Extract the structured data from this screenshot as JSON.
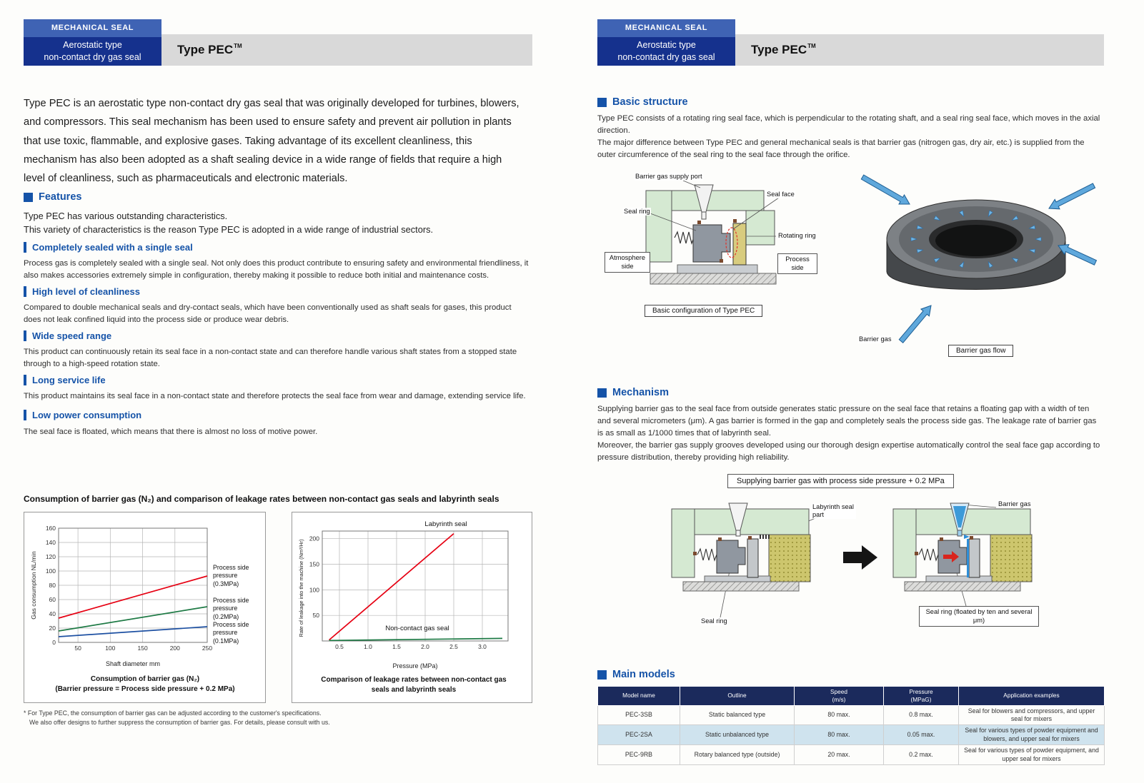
{
  "colors": {
    "tag_blue": "#3f63b4",
    "dark_blue": "#15318d",
    "title_bar_gray": "#d9d9d9",
    "section_blue": "#1553a8",
    "table_header_navy": "#1b2a5c",
    "table_alt_blue": "#cfe3ee",
    "line_red": "#e60012",
    "line_green": "#1e7a45",
    "line_blue": "#1d50a2",
    "diagram_green": "#d5e9d2",
    "barrier_arrow_blue": "#5fa8dc"
  },
  "header": {
    "tag": "MECHANICAL SEAL",
    "subtitle_line1": "Aerostatic type",
    "subtitle_line2": "non-contact dry gas seal",
    "product": "Type PEC",
    "product_tm": "TM"
  },
  "left": {
    "intro": "Type PEC is an aerostatic type non-contact dry gas seal that was originally developed for turbines, blowers, and compressors. This seal mechanism has been used to ensure safety and prevent air pollution in plants that use toxic, flammable, and explosive gases. Taking advantage of its excellent cleanliness, this mechanism has also been adopted as a shaft sealing device in a wide range of fields that require a high level of cleanliness, such as pharmaceuticals and electronic materials.",
    "features": {
      "heading": "Features",
      "lead1": "Type PEC has various outstanding characteristics.",
      "lead2": "This variety of characteristics is the reason Type PEC is adopted in a wide range of industrial sectors.",
      "items": [
        {
          "title": "Completely sealed with a single seal",
          "body": "Process gas is completely sealed with a single seal. Not only does this product contribute to ensuring safety and environmental friendliness, it also makes accessories extremely simple in configuration, thereby making it possible to reduce both initial and maintenance costs."
        },
        {
          "title": "High level of cleanliness",
          "body": "Compared to double mechanical seals and dry-contact seals, which have been conventionally used as shaft seals for gases, this product does not leak confined liquid into the process side or produce wear debris."
        },
        {
          "title": "Wide speed range",
          "body": "This product can continuously retain its seal face in a non-contact state and can therefore handle various shaft states from a stopped state through to a high-speed rotation state."
        },
        {
          "title": "Long service life",
          "body": "This product maintains its seal face in a non-contact state and therefore protects the seal face from wear and damage, extending service life."
        },
        {
          "title": "Low power consumption",
          "body": "The seal face is floated, which means that there is almost no loss of motive power."
        }
      ]
    },
    "charts_title": "Consumption of barrier gas (N₂) and comparison of leakage rates between non-contact gas seals and labyrinth seals",
    "footnote_line1": "* For Type PEC, the consumption of barrier gas can be adjusted according to the customer's specifications.",
    "footnote_line2": "We also offer designs to further suppress the consumption of barrier gas. For details, please consult with us."
  },
  "right": {
    "basic_structure": {
      "heading": "Basic structure",
      "body1": "Type PEC consists of a rotating ring seal face, which is perpendicular to the rotating shaft, and a seal ring seal face, which moves in the axial direction.",
      "body2": "The major difference between Type PEC and general mechanical seals is that barrier gas (nitrogen gas, dry air, etc.) is supplied from the outer circumference of the seal ring to the seal face through the orifice.",
      "diagram_labels": {
        "supply_port": "Barrier gas supply port",
        "seal_face": "Seal face",
        "seal_ring": "Seal ring",
        "rotating_ring": "Rotating ring",
        "atmosphere_side": "Atmosphere side",
        "process_side": "Process side",
        "caption": "Basic configuration of Type PEC",
        "barrier_gas": "Barrier gas",
        "flow_caption": "Barrier gas flow"
      }
    },
    "mechanism": {
      "heading": "Mechanism",
      "body1": "Supplying barrier gas to the seal face from outside generates static pressure on the seal face that retains a floating gap with a width of ten and several micrometers (μm). A gas barrier is formed in the gap and completely seals the process side gas. The leakage rate of barrier gas is as small as 1/1000 times that of labyrinth seal.",
      "body2": "Moreover, the barrier gas supply grooves developed using our thorough design expertise automatically control the seal face gap according to pressure distribution, thereby providing high reliability.",
      "box_title": "Supplying barrier gas with process side pressure + 0.2 MPa",
      "labels": {
        "labyrinth": "Labyrinth seal part",
        "barrier_gas": "Barrier gas",
        "seal_ring": "Seal ring",
        "floated": "Seal ring (floated by ten and several μm)"
      }
    },
    "main_models": {
      "heading": "Main models",
      "headers": [
        {
          "l1": "Model name"
        },
        {
          "l1": "Outline"
        },
        {
          "l1": "Speed",
          "l2": "(m/s)"
        },
        {
          "l1": "Pressure",
          "l2": "(MPaG)"
        },
        {
          "l1": "Application examples"
        }
      ],
      "rows": [
        {
          "model": "PEC-3SB",
          "outline": "Static balanced type",
          "speed": "80 max.",
          "pressure": "0.8 max.",
          "application": "Seal for blowers and compressors, and upper seal for mixers"
        },
        {
          "model": "PEC-2SA",
          "outline": "Static unbalanced type",
          "speed": "80 max.",
          "pressure": "0.05 max.",
          "application": "Seal for various types of powder equipment and blowers, and upper seal for mixers"
        },
        {
          "model": "PEC-9RB",
          "outline": "Rotary balanced type (outside)",
          "speed": "20 max.",
          "pressure": "0.2 max.",
          "application": "Seal for various types of powder equipment, and upper seal for mixers"
        }
      ]
    }
  },
  "chart_data": [
    {
      "type": "line",
      "title": "Consumption of barrier gas (N₂)",
      "subtitle": "(Barrier pressure = Process side pressure + 0.2 MPa)",
      "xlabel": "Shaft diameter   mm",
      "ylabel": "Gas consumption   NL/min",
      "xlim": [
        20,
        250
      ],
      "ylim": [
        0,
        160
      ],
      "xticks": [
        "50",
        "100",
        "150",
        "200",
        "250"
      ],
      "yticks": [
        "0",
        "20",
        "40",
        "60",
        "80",
        "100",
        "120",
        "140",
        "160"
      ],
      "grid": true,
      "legend_position": "right",
      "series": [
        {
          "name": "Process side pressure (0.3MPa)",
          "color": "#e60012",
          "points": [
            [
              20,
              34
            ],
            [
              250,
              93
            ]
          ]
        },
        {
          "name": "Process side pressure (0.2MPa)",
          "color": "#1e7a45",
          "points": [
            [
              20,
              16
            ],
            [
              250,
              50
            ]
          ]
        },
        {
          "name": "Process side pressure (0.1MPa)",
          "color": "#1d50a2",
          "points": [
            [
              20,
              8
            ],
            [
              250,
              22
            ]
          ]
        }
      ]
    },
    {
      "type": "line",
      "title": "Comparison of leakage rates between non-contact gas seals and labyrinth seals",
      "xlabel": "Pressure (MPa)",
      "ylabel": "Rate of leakage into the machine (Nm³/Hr)",
      "xlim": [
        0.2,
        3.45
      ],
      "ylim": [
        0,
        215
      ],
      "xticks": [
        "0.5",
        "1.0",
        "1.5",
        "2.0",
        "2.5",
        "3.0"
      ],
      "yticks": [
        "50",
        "100",
        "150",
        "200"
      ],
      "grid": true,
      "series": [
        {
          "name": "Labyrinth seal",
          "color": "#e60012",
          "points": [
            [
              0.32,
              2
            ],
            [
              2.5,
              210
            ]
          ]
        },
        {
          "name": "Non-contact gas seal",
          "color": "#1e7a45",
          "points": [
            [
              0.32,
              1
            ],
            [
              3.35,
              5
            ]
          ]
        }
      ]
    }
  ]
}
